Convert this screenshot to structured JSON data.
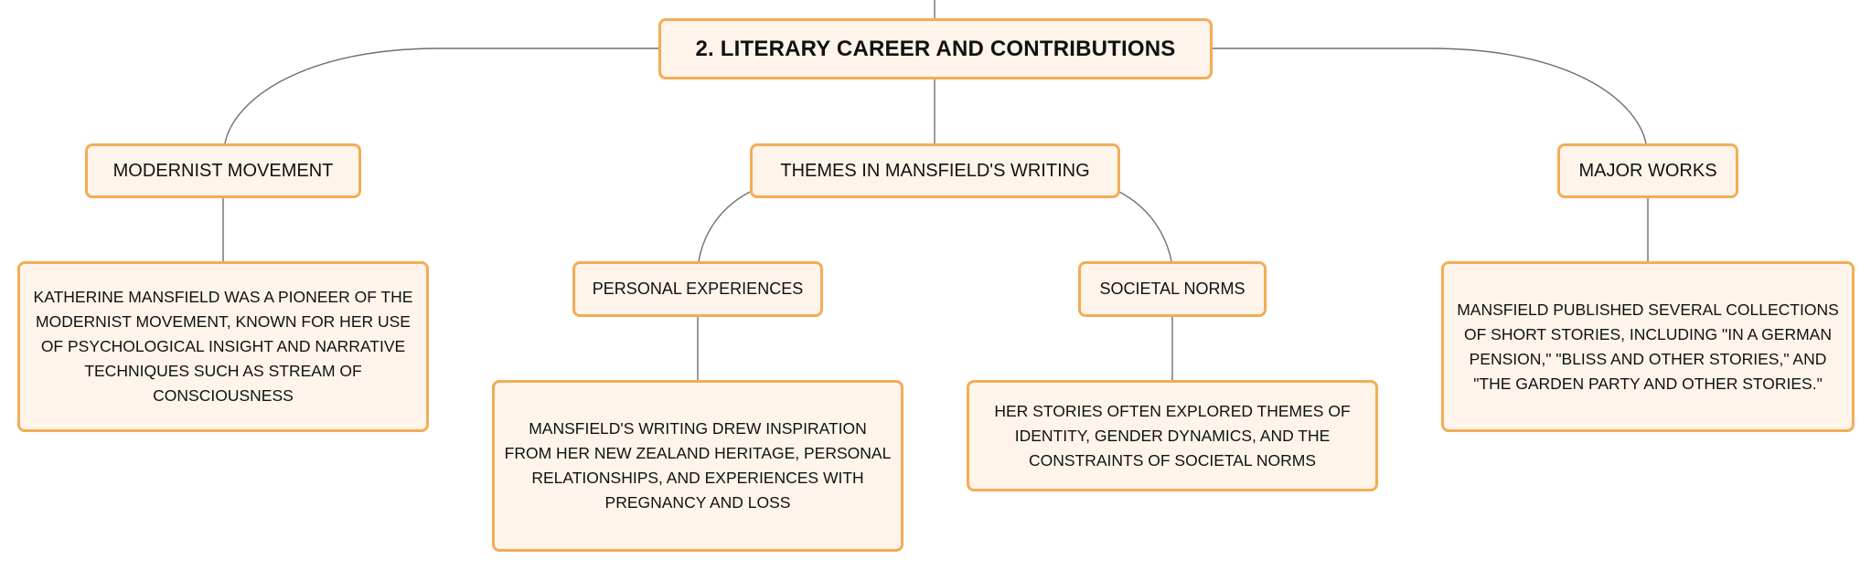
{
  "diagram": {
    "type": "mind-map",
    "colors": {
      "node_fill": "#fef4ea",
      "node_border": "#f4ac56",
      "connector": "#6f6f6f"
    },
    "root": {
      "label": "2. LITERARY CAREER AND CONTRIBUTIONS"
    },
    "modernist": {
      "label": "MODERNIST MOVEMENT",
      "detail": "KATHERINE MANSFIELD WAS A PIONEER OF THE MODERNIST MOVEMENT, KNOWN FOR HER USE OF PSYCHOLOGICAL INSIGHT AND NARRATIVE TECHNIQUES SUCH AS STREAM OF CONSCIOUSNESS"
    },
    "themes": {
      "label": "THEMES IN MANSFIELD'S WRITING",
      "personal": {
        "label": "PERSONAL EXPERIENCES",
        "detail": "MANSFIELD'S WRITING DREW INSPIRATION FROM HER NEW ZEALAND HERITAGE, PERSONAL RELATIONSHIPS, AND EXPERIENCES WITH PREGNANCY AND LOSS"
      },
      "societal": {
        "label": "SOCIETAL NORMS",
        "detail": "HER STORIES OFTEN EXPLORED THEMES OF IDENTITY, GENDER DYNAMICS, AND THE CONSTRAINTS OF SOCIETAL NORMS"
      }
    },
    "major_works": {
      "label": "MAJOR WORKS",
      "detail": "MANSFIELD PUBLISHED SEVERAL COLLECTIONS OF SHORT STORIES, INCLUDING \"IN A GERMAN PENSION,\" \"BLISS AND OTHER STORIES,\" AND \"THE GARDEN PARTY AND OTHER STORIES.\""
    }
  }
}
